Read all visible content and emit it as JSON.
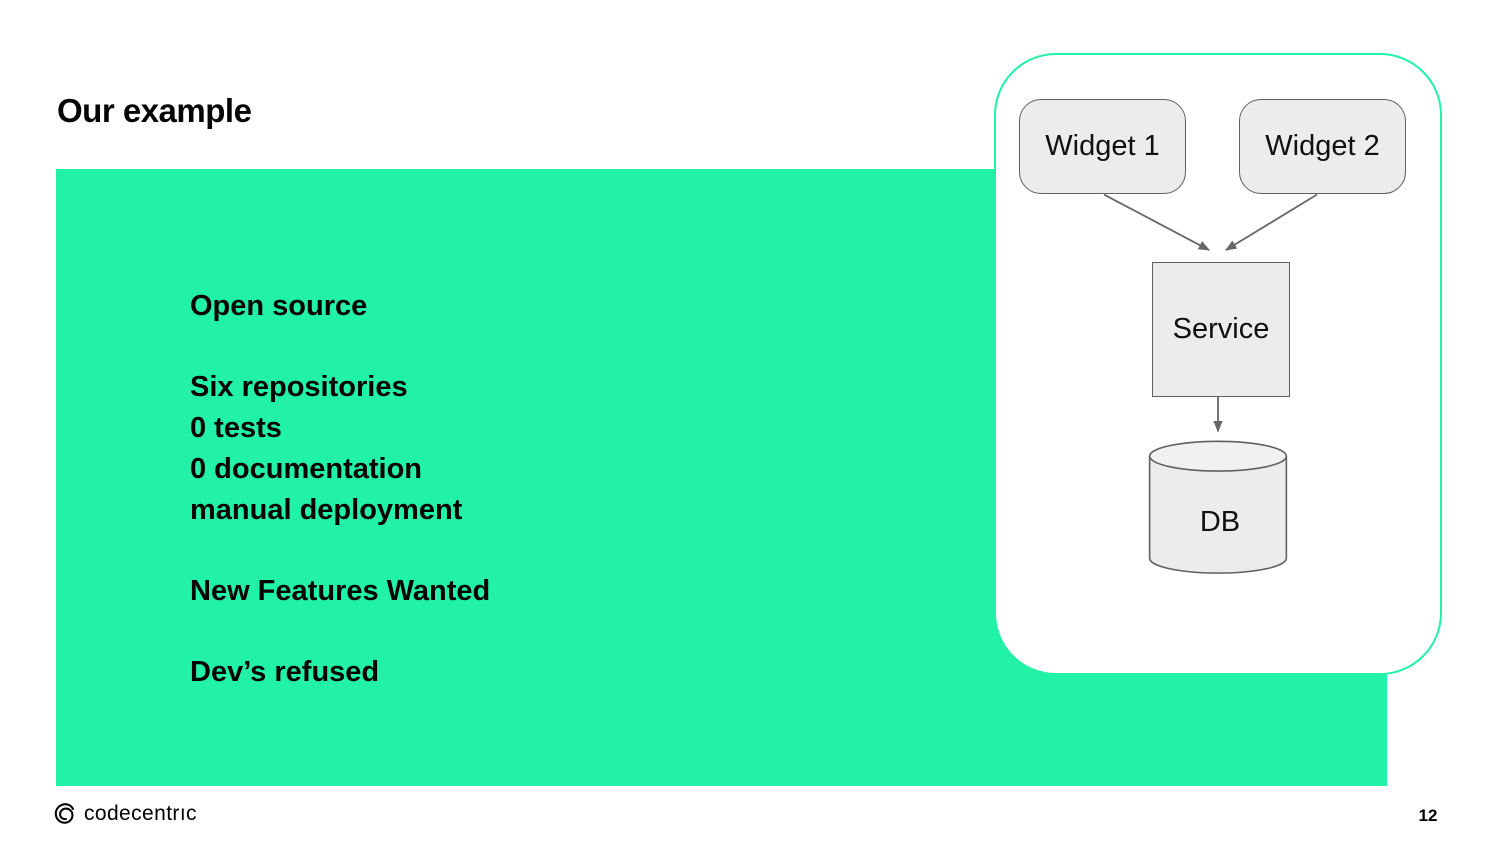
{
  "slide": {
    "title": "Our example",
    "page_number": "12",
    "logo_text": "codecentrıc"
  },
  "main": {
    "lines": [
      "Open source",
      "Six repositories",
      "0 tests",
      "0 documentation",
      "manual deployment",
      "New Features Wanted",
      "Dev’s refused"
    ]
  },
  "diagram": {
    "nodes": [
      {
        "id": "widget1",
        "label": "Widget 1",
        "type": "rounded-box"
      },
      {
        "id": "widget2",
        "label": "Widget 2",
        "type": "rounded-box"
      },
      {
        "id": "service",
        "label": "Service",
        "type": "box"
      },
      {
        "id": "db",
        "label": "DB",
        "type": "cylinder"
      }
    ],
    "edges": [
      {
        "from": "widget1",
        "to": "service"
      },
      {
        "from": "widget2",
        "to": "service"
      },
      {
        "from": "service",
        "to": "db"
      }
    ]
  },
  "colors": {
    "accent_green": "#22F2A7",
    "node_fill": "#ececec",
    "node_border": "#606060",
    "arrow": "#666666",
    "text": "#000000"
  }
}
